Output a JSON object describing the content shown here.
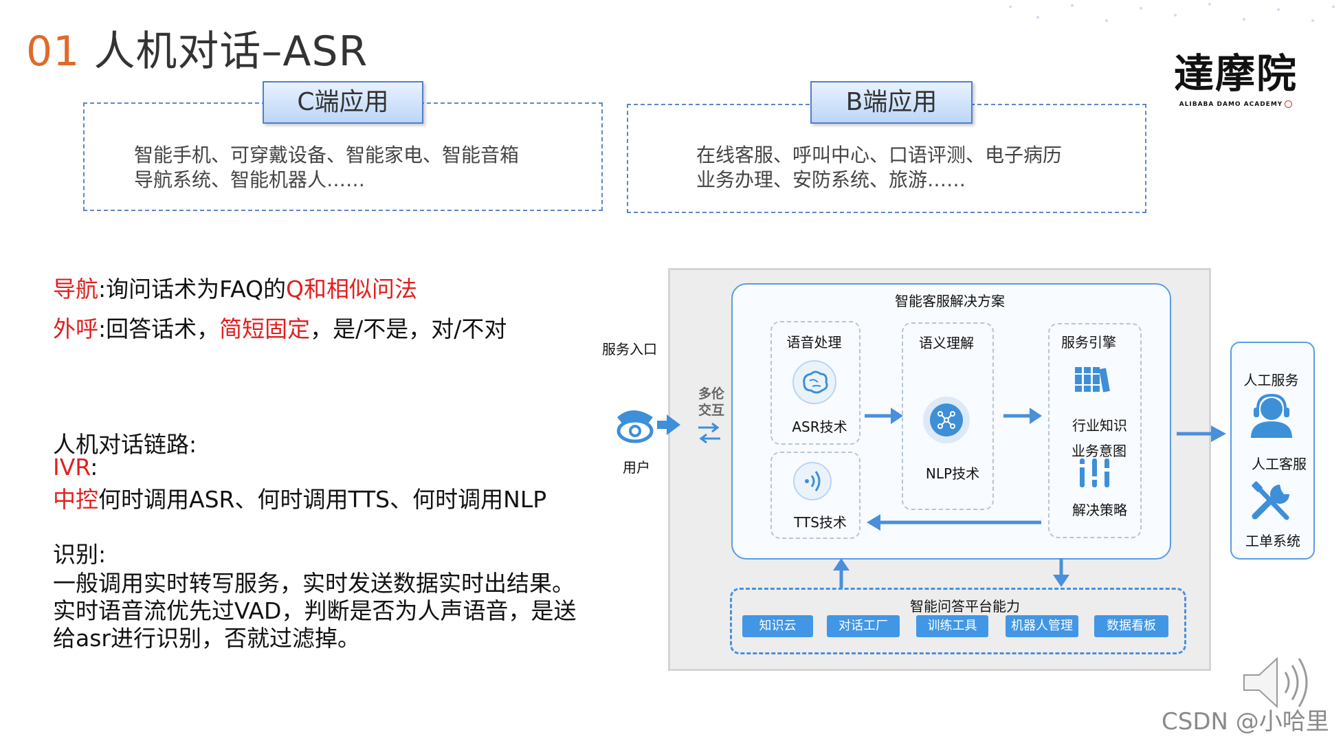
{
  "header": {
    "number": "01",
    "title": "人机对话–ASR"
  },
  "logo": {
    "text_cn": "達摩院",
    "text_en": "ALIBABA DAMO ACADEMY"
  },
  "c_app": {
    "title": "C端应用",
    "line1": "智能手机、可穿戴设备、智能家电、智能音箱",
    "line2": "导航系统、智能机器人……"
  },
  "b_app": {
    "title": "B端应用",
    "line1": "在线客服、呼叫中心、口语评测、电子病历",
    "line2": "业务办理、安防系统、旅游……"
  },
  "notes": {
    "nav_label": "导航",
    "nav_text": ":询问话术为FAQ的",
    "nav_highlight": "Q和相似问法",
    "call_label": "外呼",
    "call_text1": ":回答话术，",
    "call_highlight": "简短固定",
    "call_text2": "，是/不是，对/不对",
    "chain_title": "人机对话链路:",
    "ivr": "IVR",
    "ivr_suffix": ":",
    "control_label": "中控",
    "control_text": "何时调用ASR、何时调用TTS、何时调用NLP",
    "recog_title": "识别:",
    "recog_line1": "一般调用实时转写服务，实时发送数据实时出结果。",
    "recog_line2": "实时语音流优先过VAD，判断是否为人声语音，是送",
    "recog_line3": "给asr进行识别，否就过滤掉。"
  },
  "diagram": {
    "entry_label": "服务入口",
    "user_label": "用户",
    "multi_turn_line1": "多伦",
    "multi_turn_line2": "交互",
    "panel_title": "智能客服解决方案",
    "speech_title": "语音处理",
    "asr_label": "ASR技术",
    "tts_label": "TTS技术",
    "semantic_title": "语义理解",
    "nlp_label": "NLP技术",
    "engine_title": "服务引擎",
    "industry_knowledge": "行业知识",
    "business_intent": "业务意图",
    "strategy": "解决策略",
    "platform_title": "智能问答平台能力",
    "chips": [
      "知识云",
      "对话工厂",
      "训练工具",
      "机器人管理",
      "数据看板"
    ],
    "human_service": "人工服务",
    "human_agent": "人工客服",
    "ticket_system": "工单系统"
  },
  "watermark": "CSDN @小哈里",
  "colors": {
    "accent_red": "#e02020",
    "title_orange": "#e06a2a",
    "diagram_blue": "#4296e6"
  },
  "icons": [
    "phone-icon",
    "brain-icon",
    "sound-wave-icon",
    "network-icon",
    "book-icon",
    "sliders-icon",
    "agent-icon",
    "tools-icon",
    "speaker-icon"
  ]
}
